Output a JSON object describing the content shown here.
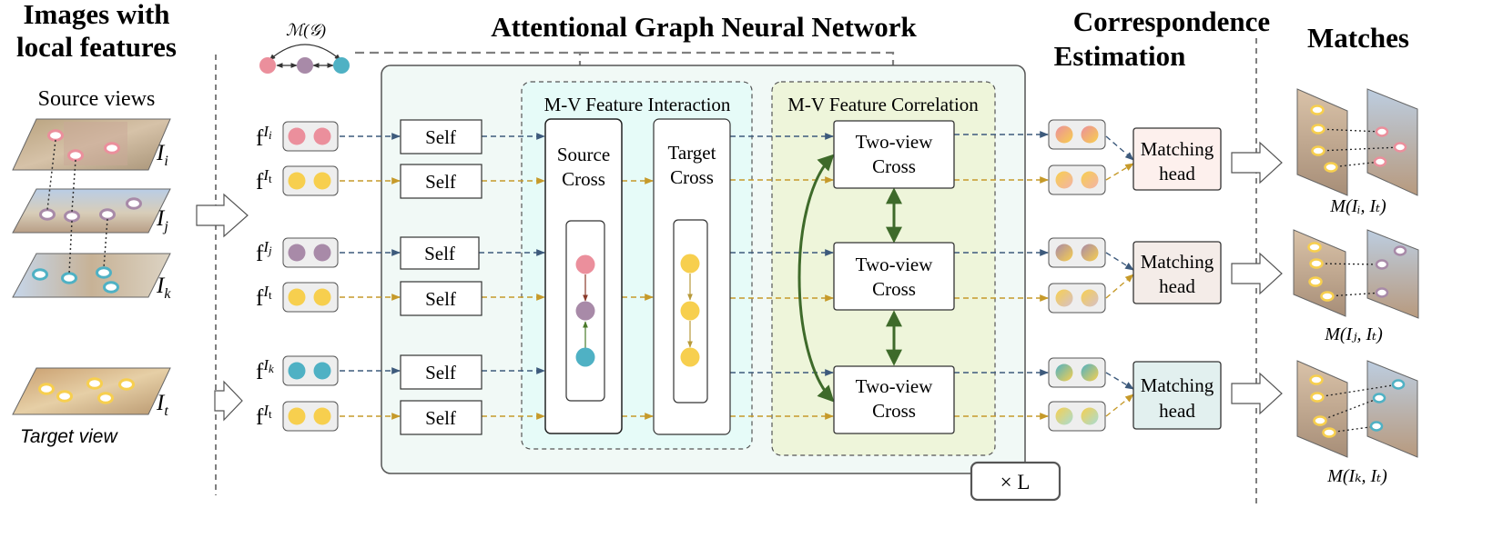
{
  "titles": {
    "images": [
      "Images with",
      "local features"
    ],
    "agnn": "Attentional Graph Neural Network",
    "correspondence": [
      "Correspondence",
      "Estimation"
    ],
    "matches": "Matches"
  },
  "input": {
    "source_label": "Source views",
    "target_label": "Target view",
    "view_labels": [
      "I",
      "I",
      "I",
      "I"
    ],
    "view_subs": [
      "i",
      "j",
      "k",
      "t"
    ]
  },
  "graph_label": "ℳ(𝒢)",
  "modules": {
    "interaction": "M-V Feature Interaction",
    "correlation": "M-V Feature Correlation"
  },
  "features": {
    "base": "f",
    "sup": "I",
    "subs": [
      "i",
      "t",
      "j",
      "t",
      "k",
      "t"
    ]
  },
  "blocks": {
    "self": "Self",
    "source_cross": [
      "Source",
      "Cross"
    ],
    "target_cross": [
      "Target",
      "Cross"
    ],
    "two_view": [
      "Two-view",
      "Cross"
    ]
  },
  "heads": {
    "label": [
      "Matching",
      "head"
    ]
  },
  "layers": "× L",
  "match_labels": [
    "M(Iᵢ, Iₜ)",
    "M(Iⱼ, Iₜ)",
    "M(Iₖ, Iₜ)"
  ],
  "colors": {
    "pink": "#eb8f9c",
    "purple": "#a88aa8",
    "cyan": "#4fb1c4",
    "yellow": "#f7cf4e",
    "blue_arrow": "#3d5a7c",
    "yellow_arrow": "#c69a2a",
    "green_arrow": "#3e6a2a",
    "agnn_bg": "#f1f9f6",
    "interaction_bg": "#e6fbf8",
    "correlation_bg": "#eef5da",
    "head_pink": "#fdf0ed",
    "head_tan": "#f4ece8",
    "head_cyan": "#e2f0ef"
  }
}
